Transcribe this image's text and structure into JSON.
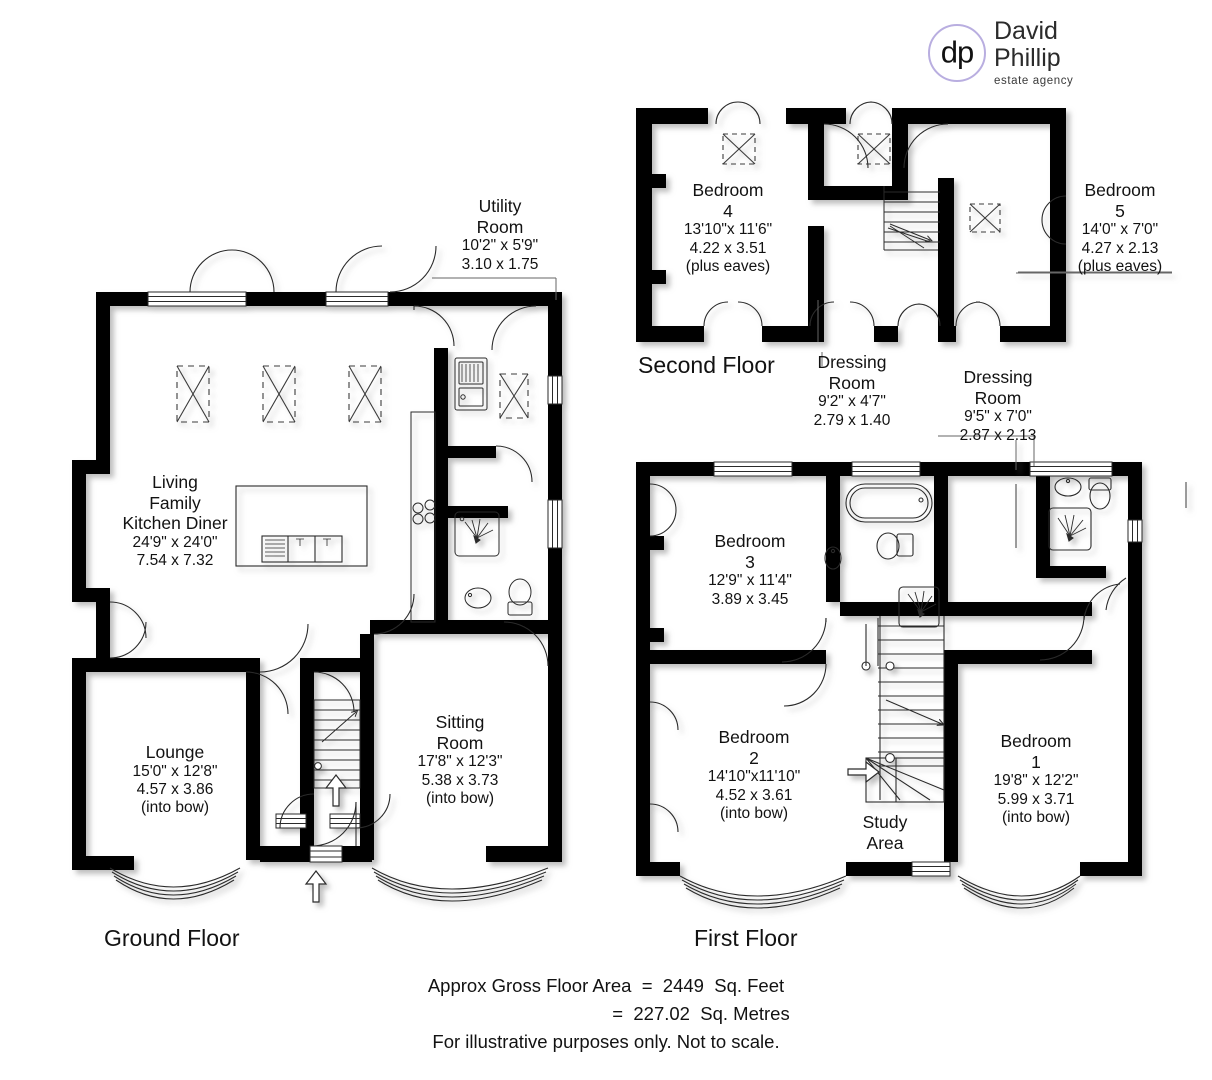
{
  "brand": {
    "monogram": "dp",
    "line1": "David",
    "line2": "Phillip",
    "line3": "estate agency",
    "ring_color": "#b9aee0"
  },
  "floors": [
    {
      "id": "ground",
      "label": "Ground Floor"
    },
    {
      "id": "first",
      "label": "First Floor"
    },
    {
      "id": "second",
      "label": "Second Floor"
    }
  ],
  "rooms": {
    "utility": {
      "name_line1": "Utility",
      "name_line2": "Room",
      "imperial": "10'2\" x  5'9\"",
      "metric": "3.10 x  1.75",
      "note": ""
    },
    "living_kitchen": {
      "name_line1": "Living",
      "name_line2": "Family",
      "name_line3": "Kitchen Diner",
      "imperial": "24'9\" x 24'0\"",
      "metric": "7.54 x  7.32",
      "note": ""
    },
    "lounge": {
      "name_line1": "Lounge",
      "imperial": "15'0\" x 12'8\"",
      "metric": "4.57 x  3.86",
      "note": "(into bow)"
    },
    "sitting": {
      "name_line1": "Sitting",
      "name_line2": "Room",
      "imperial": "17'8\" x 12'3\"",
      "metric": "5.38 x  3.73",
      "note": "(into bow)"
    },
    "bedroom1": {
      "name_line1": "Bedroom",
      "name_line2": "1",
      "imperial": "19'8\" x 12'2\"",
      "metric": "5.99 x  3.71",
      "note": "(into bow)"
    },
    "bedroom2": {
      "name_line1": "Bedroom",
      "name_line2": "2",
      "imperial": "14'10\"x11'10\"",
      "metric": "4.52 x  3.61",
      "note": "(into bow)"
    },
    "bedroom3": {
      "name_line1": "Bedroom",
      "name_line2": "3",
      "imperial": "12'9\" x 11'4\"",
      "metric": "3.89 x  3.45",
      "note": ""
    },
    "bedroom4": {
      "name_line1": "Bedroom",
      "name_line2": "4",
      "imperial": "13'10\"x 11'6\"",
      "metric": "4.22 x  3.51",
      "note": "(plus eaves)"
    },
    "bedroom5": {
      "name_line1": "Bedroom",
      "name_line2": "5",
      "imperial": "14'0\" x  7'0\"",
      "metric": "4.27 x  2.13",
      "note": "(plus eaves)"
    },
    "dressing_left": {
      "name_line1": "Dressing",
      "name_line2": "Room",
      "imperial": "9'2\"  x  4'7\"",
      "metric": "2.79 x  1.40",
      "note": ""
    },
    "dressing_right": {
      "name_line1": "Dressing",
      "name_line2": "Room",
      "imperial": "9'5\"  x  7'0\"",
      "metric": "2.87 x  2.13",
      "note": ""
    },
    "study": {
      "name_line1": "Study",
      "name_line2": "Area",
      "imperial": "",
      "metric": "",
      "note": ""
    }
  },
  "footer": {
    "line1": "Approx Gross Floor Area  =  2449  Sq. Feet",
    "line2": "=  227.02  Sq. Metres",
    "line3": "For illustrative purposes only. Not to scale."
  },
  "style": {
    "wall_color": "#000000",
    "line_color": "#2b2b2b",
    "fixture_color": "#4a4a4a",
    "paper": "#ffffff"
  }
}
